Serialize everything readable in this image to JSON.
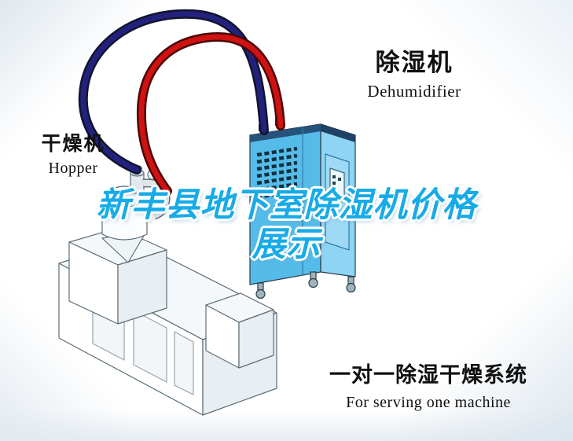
{
  "title": {
    "line1": "新丰县地下室除湿机价格",
    "line2": "展示",
    "color": "#17abe7"
  },
  "labels": {
    "dehumidifier_zh": "除湿机",
    "dehumidifier_en": "Dehumidifier",
    "hopper_zh": "干燥机",
    "hopper_en": "Hopper",
    "system_zh": "一对一除湿干燥系统",
    "system_en": "For serving one machine"
  },
  "colors": {
    "hose_red": "#cf1212",
    "hose_red_outline": "#4a0707",
    "hose_navy": "#22227e",
    "hose_navy_outline": "#13132e",
    "dehumidifier_front": "#55bcea",
    "dehumidifier_side": "#8ed4f4",
    "dehumidifier_top": "#a8def6",
    "dehumidifier_trim": "#26537c",
    "machine_outline": "#5c6e78"
  }
}
